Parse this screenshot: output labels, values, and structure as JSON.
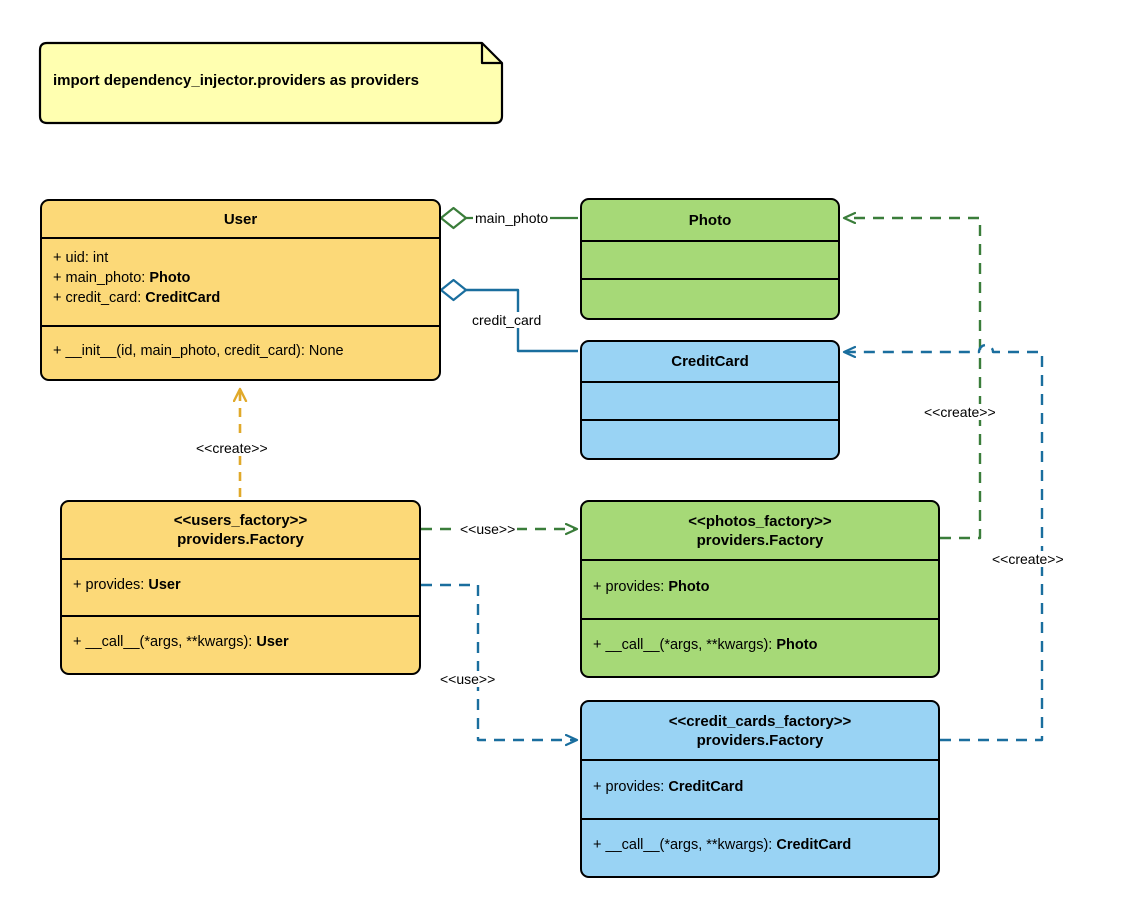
{
  "diagram": {
    "title": "Dependency Injector providers UML class diagram",
    "background": "#ffffff"
  },
  "palette": {
    "yellow_fill": "#fcd978",
    "green_fill": "#a6d977",
    "blue_fill": "#99d3f4",
    "note_fill": "#ffffb0",
    "green_line": "#3a7d3a",
    "blue_line": "#1a6e9e",
    "orange_line": "#e0a92a",
    "stroke": "#000000"
  },
  "note": {
    "text": "import dependency_injector.providers as providers"
  },
  "classes": {
    "user": {
      "name": "User",
      "attributes": [
        {
          "prefix": "+ ",
          "label": "uid: ",
          "type": "int",
          "type_bold": false
        },
        {
          "prefix": "+ ",
          "label": "main_photo: ",
          "type": "Photo",
          "type_bold": true
        },
        {
          "prefix": "+ ",
          "label": "credit_card: ",
          "type": "CreditCard",
          "type_bold": true
        }
      ],
      "methods": [
        {
          "prefix": "+ ",
          "label": "__init__(id, main_photo, credit_card): ",
          "type": "None",
          "type_bold": false
        }
      ]
    },
    "photo": {
      "name": "Photo",
      "attributes": [],
      "methods": []
    },
    "credit_card": {
      "name": "CreditCard",
      "attributes": [],
      "methods": []
    },
    "users_factory": {
      "stereotype": "<<users_factory>>",
      "name": "providers.Factory",
      "attributes": [
        {
          "prefix": "+ ",
          "label": "provides: ",
          "type": "User",
          "type_bold": true
        }
      ],
      "methods": [
        {
          "prefix": "+ ",
          "label": "__call__(*args, **kwargs): ",
          "type": "User",
          "type_bold": true
        }
      ]
    },
    "photos_factory": {
      "stereotype": "<<photos_factory>>",
      "name": "providers.Factory",
      "attributes": [
        {
          "prefix": "+ ",
          "label": "provides: ",
          "type": "Photo",
          "type_bold": true
        }
      ],
      "methods": [
        {
          "prefix": "+ ",
          "label": "__call__(*args, **kwargs): ",
          "type": "Photo",
          "type_bold": true
        }
      ]
    },
    "credit_cards_factory": {
      "stereotype": "<<credit_cards_factory>>",
      "name": "providers.Factory",
      "attributes": [
        {
          "prefix": "+ ",
          "label": "provides: ",
          "type": "CreditCard",
          "type_bold": true
        }
      ],
      "methods": [
        {
          "prefix": "+ ",
          "label": "__call__(*args, **kwargs): ",
          "type": "CreditCard",
          "type_bold": true
        }
      ]
    }
  },
  "relations": {
    "main_photo_label": "main_photo",
    "credit_card_label": "credit_card",
    "create_users": "<<create>>",
    "use_photos": "<<use>>",
    "use_credit_cards": "<<use>>",
    "create_photo": "<<create>>",
    "create_credit_card": "<<create>>"
  }
}
